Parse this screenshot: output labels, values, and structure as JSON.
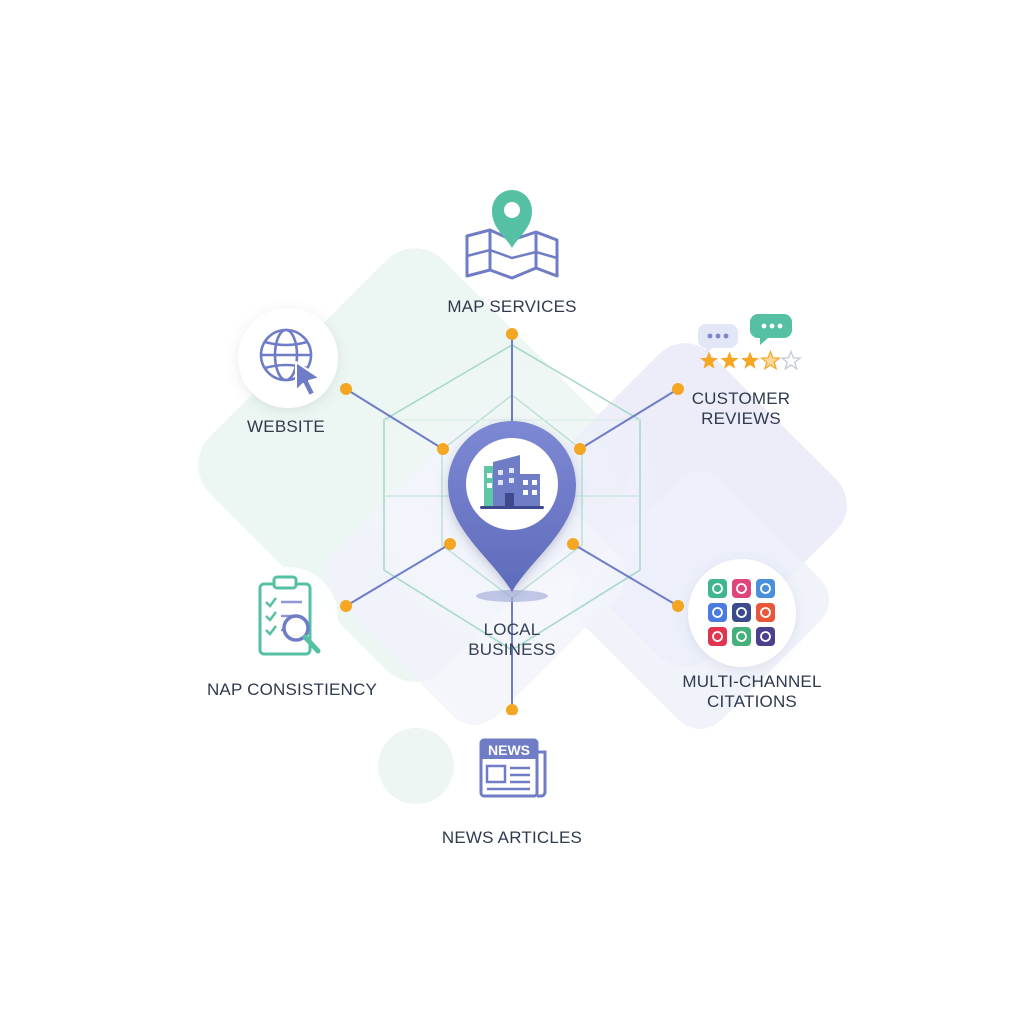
{
  "center": {
    "label_line1": "LOCAL",
    "label_line2": "BUSINESS",
    "icon": "building-icon"
  },
  "nodes": {
    "map_services": {
      "label": "MAP SERVICES",
      "icon": "map-pin-icon"
    },
    "customer_reviews": {
      "label_line1": "CUSTOMER",
      "label_line2": "REVIEWS",
      "icon": "review-bubbles-icon",
      "stars_filled": 3,
      "stars_total": 5
    },
    "website": {
      "label": "WEBSITE",
      "icon": "globe-cursor-icon"
    },
    "nap_consistency": {
      "label": "NAP CONSISTIENCY",
      "icon": "clipboard-magnifier-icon"
    },
    "citations": {
      "label_line1": "MULTI-CHANNEL",
      "label_line2": "CITATIONS",
      "icon": "app-grid-icon"
    },
    "news_articles": {
      "label": "NEWS ARTICLES",
      "icon": "newspaper-icon",
      "icon_text": "NEWS"
    }
  },
  "colors": {
    "primary": "#6f7cc6",
    "teal": "#55c0a4",
    "accent_dot": "#f5a623",
    "star": "#f5a623",
    "text": "#2f3a4e"
  }
}
